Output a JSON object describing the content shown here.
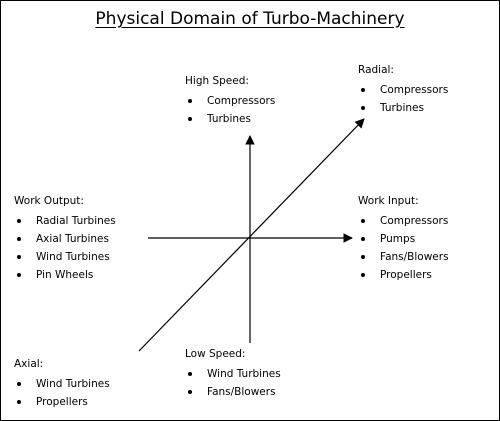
{
  "title": "Physical Domain of Turbo-Machinery",
  "groups": {
    "high_speed": {
      "heading": "High Speed:",
      "items": [
        "Compressors",
        "Turbines"
      ]
    },
    "radial": {
      "heading": "Radial:",
      "items": [
        "Compressors",
        "Turbines"
      ]
    },
    "work_output": {
      "heading": "Work Output:",
      "items": [
        "Radial Turbines",
        "Axial Turbines",
        "Wind Turbines",
        "Pin Wheels"
      ]
    },
    "work_input": {
      "heading": "Work Input:",
      "items": [
        "Compressors",
        "Pumps",
        "Fans/Blowers",
        "Propellers"
      ]
    },
    "low_speed": {
      "heading": "Low Speed:",
      "items": [
        "Wind Turbines",
        "Fans/Blowers"
      ]
    },
    "axial": {
      "heading": "Axial:",
      "items": [
        "Wind Turbines",
        "Propellers"
      ]
    }
  }
}
